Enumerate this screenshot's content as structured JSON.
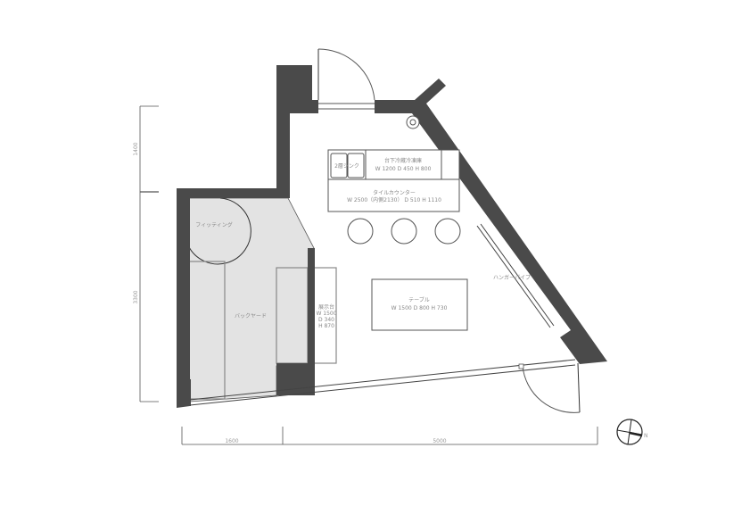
{
  "labels": {
    "sink": "2層シンク",
    "fridge_name": "台下冷蔵冷凍庫",
    "fridge_size": "W 1200  D 450  H 800",
    "counter_name": "タイルカウンター",
    "counter_size": "W 2500（内側2130）  D 510  H 1110",
    "fitting": "フィッティング",
    "backyard": "バックヤード",
    "display_name": "展示台",
    "display_w": "W 1500",
    "display_d": "D 340",
    "display_h": "H 870",
    "table_name": "テーブル",
    "table_size": "W 1500  D 800  H 730",
    "hanger": "ハンガーパイプ"
  },
  "dimensions": {
    "left_top": "1400",
    "left_bottom": "3300",
    "bottom_left": "1600",
    "bottom_right": "5000"
  },
  "north": {
    "label": "N",
    "icon": "north-arrow-icon"
  },
  "colors": {
    "wall": "#4a4a4a",
    "backyard_fill": "#e3e3e3"
  }
}
